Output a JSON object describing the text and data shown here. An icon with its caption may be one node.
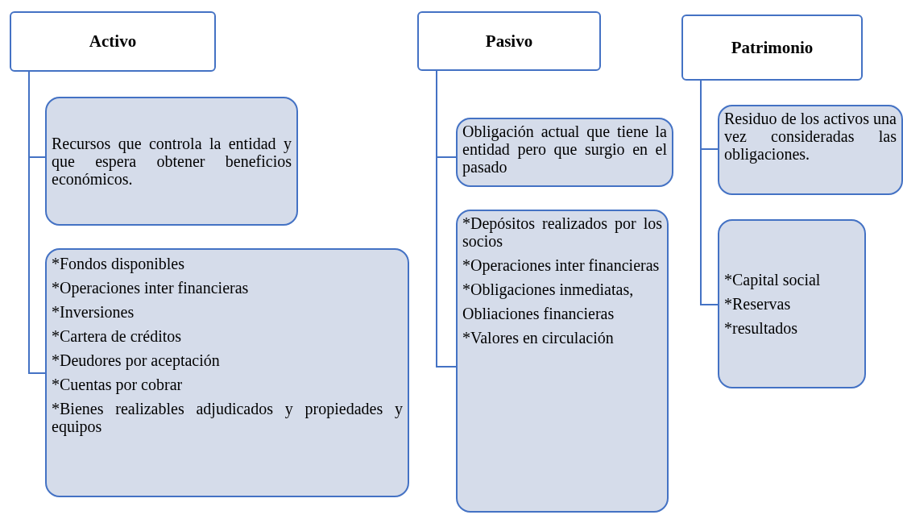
{
  "diagram": {
    "nodes": [
      {
        "text": [
          "Activo"
        ]
      },
      {
        "text": [
          "Recursos que controla la entidad y que espera obtener beneficios económicos."
        ]
      },
      {
        "text": [
          "*Fondos disponibles",
          "*Operaciones inter financieras",
          "*Inversiones",
          "*Cartera de créditos",
          "*Deudores por aceptación",
          "*Cuentas por cobrar",
          "*Bienes realizables adjudicados y propiedades y equipos"
        ]
      },
      {
        "text": [
          "Pasivo"
        ]
      },
      {
        "text": [
          "Obligación actual que tiene la entidad pero que surgio en el pasado"
        ]
      },
      {
        "text": [
          "*Depósitos realizados por los socios",
          "*Operaciones inter financieras",
          "*Obligaciones inmediatas,",
          "Obliaciones financieras",
          "*Valores en circulación"
        ]
      },
      {
        "text": [
          "Patrimonio"
        ]
      },
      {
        "text": [
          "Residuo de los activos una vez consideradas las obligaciones."
        ]
      },
      {
        "text": [
          "*Capital social",
          "*Reservas",
          "*resultados"
        ]
      }
    ],
    "edges": [
      {
        "from": 0,
        "to": 1,
        "arrow": "none"
      },
      {
        "from": 0,
        "to": 2,
        "arrow": "none"
      },
      {
        "from": 3,
        "to": 4,
        "arrow": "none"
      },
      {
        "from": 3,
        "to": 5,
        "arrow": "none"
      },
      {
        "from": 6,
        "to": 7,
        "arrow": "none"
      },
      {
        "from": 6,
        "to": 8,
        "arrow": "none"
      }
    ]
  }
}
